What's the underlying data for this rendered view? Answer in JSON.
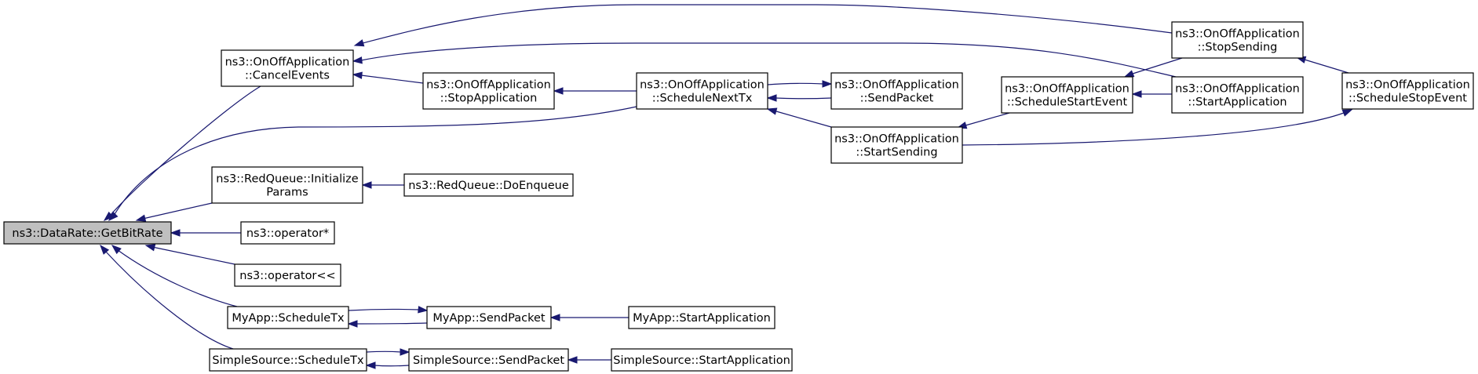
{
  "graph": {
    "edge_color": "#191970",
    "root_fill": "#bfbfbf",
    "nodes": {
      "getbitrate": {
        "lines": [
          "ns3::DataRate::GetBitRate"
        ]
      },
      "cancelevents": {
        "lines": [
          "ns3::OnOffApplication",
          "::CancelEvents"
        ]
      },
      "initparams": {
        "lines": [
          "ns3::RedQueue::Initialize",
          "Params"
        ]
      },
      "opmul": {
        "lines": [
          "ns3::operator*"
        ]
      },
      "opshift": {
        "lines": [
          "ns3::operator<<"
        ]
      },
      "myapp_scheduletx": {
        "lines": [
          "MyApp::ScheduleTx"
        ]
      },
      "simple_scheduletx": {
        "lines": [
          "SimpleSource::ScheduleTx"
        ]
      },
      "stopapplication": {
        "lines": [
          "ns3::OnOffApplication",
          "::StopApplication"
        ]
      },
      "doenqueue": {
        "lines": [
          "ns3::RedQueue::DoEnqueue"
        ]
      },
      "myapp_sendpacket": {
        "lines": [
          "MyApp::SendPacket"
        ]
      },
      "simple_sendpacket": {
        "lines": [
          "SimpleSource::SendPacket"
        ]
      },
      "myapp_startapp": {
        "lines": [
          "MyApp::StartApplication"
        ]
      },
      "simple_startapp": {
        "lines": [
          "SimpleSource::StartApplication"
        ]
      },
      "schedulenexttx": {
        "lines": [
          "ns3::OnOffApplication",
          "::ScheduleNextTx"
        ]
      },
      "sendpacket": {
        "lines": [
          "ns3::OnOffApplication",
          "::SendPacket"
        ]
      },
      "startsending": {
        "lines": [
          "ns3::OnOffApplication",
          "::StartSending"
        ]
      },
      "schedulestartevent": {
        "lines": [
          "ns3::OnOffApplication",
          "::ScheduleStartEvent"
        ]
      },
      "stopsending": {
        "lines": [
          "ns3::OnOffApplication",
          "::StopSending"
        ]
      },
      "startapplication": {
        "lines": [
          "ns3::OnOffApplication",
          "::StartApplication"
        ]
      },
      "schedulestopevent": {
        "lines": [
          "ns3::OnOffApplication",
          "::ScheduleStopEvent"
        ]
      }
    },
    "edges": [
      {
        "from": "cancelevents",
        "to": "getbitrate"
      },
      {
        "from": "schedulenexttx",
        "to": "getbitrate"
      },
      {
        "from": "initparams",
        "to": "getbitrate"
      },
      {
        "from": "opmul",
        "to": "getbitrate"
      },
      {
        "from": "opshift",
        "to": "getbitrate"
      },
      {
        "from": "myapp_scheduletx",
        "to": "getbitrate"
      },
      {
        "from": "simple_scheduletx",
        "to": "getbitrate"
      },
      {
        "from": "stopsending",
        "to": "cancelevents"
      },
      {
        "from": "startapplication",
        "to": "cancelevents"
      },
      {
        "from": "stopapplication",
        "to": "cancelevents"
      },
      {
        "from": "schedulenexttx",
        "to": "stopapplication"
      },
      {
        "from": "doenqueue",
        "to": "initparams"
      },
      {
        "from": "myapp_scheduletx",
        "to": "myapp_sendpacket"
      },
      {
        "from": "myapp_sendpacket",
        "to": "myapp_scheduletx"
      },
      {
        "from": "simple_scheduletx",
        "to": "simple_sendpacket"
      },
      {
        "from": "simple_sendpacket",
        "to": "simple_scheduletx"
      },
      {
        "from": "myapp_startapp",
        "to": "myapp_sendpacket"
      },
      {
        "from": "simple_startapp",
        "to": "simple_sendpacket"
      },
      {
        "from": "schedulenexttx",
        "to": "sendpacket"
      },
      {
        "from": "sendpacket",
        "to": "schedulenexttx"
      },
      {
        "from": "startsending",
        "to": "schedulenexttx"
      },
      {
        "from": "schedulestartevent",
        "to": "startsending"
      },
      {
        "from": "stopsending",
        "to": "schedulestartevent"
      },
      {
        "from": "startapplication",
        "to": "schedulestartevent"
      },
      {
        "from": "schedulestopevent",
        "to": "stopsending"
      },
      {
        "from": "startsending",
        "to": "schedulestopevent"
      }
    ]
  }
}
